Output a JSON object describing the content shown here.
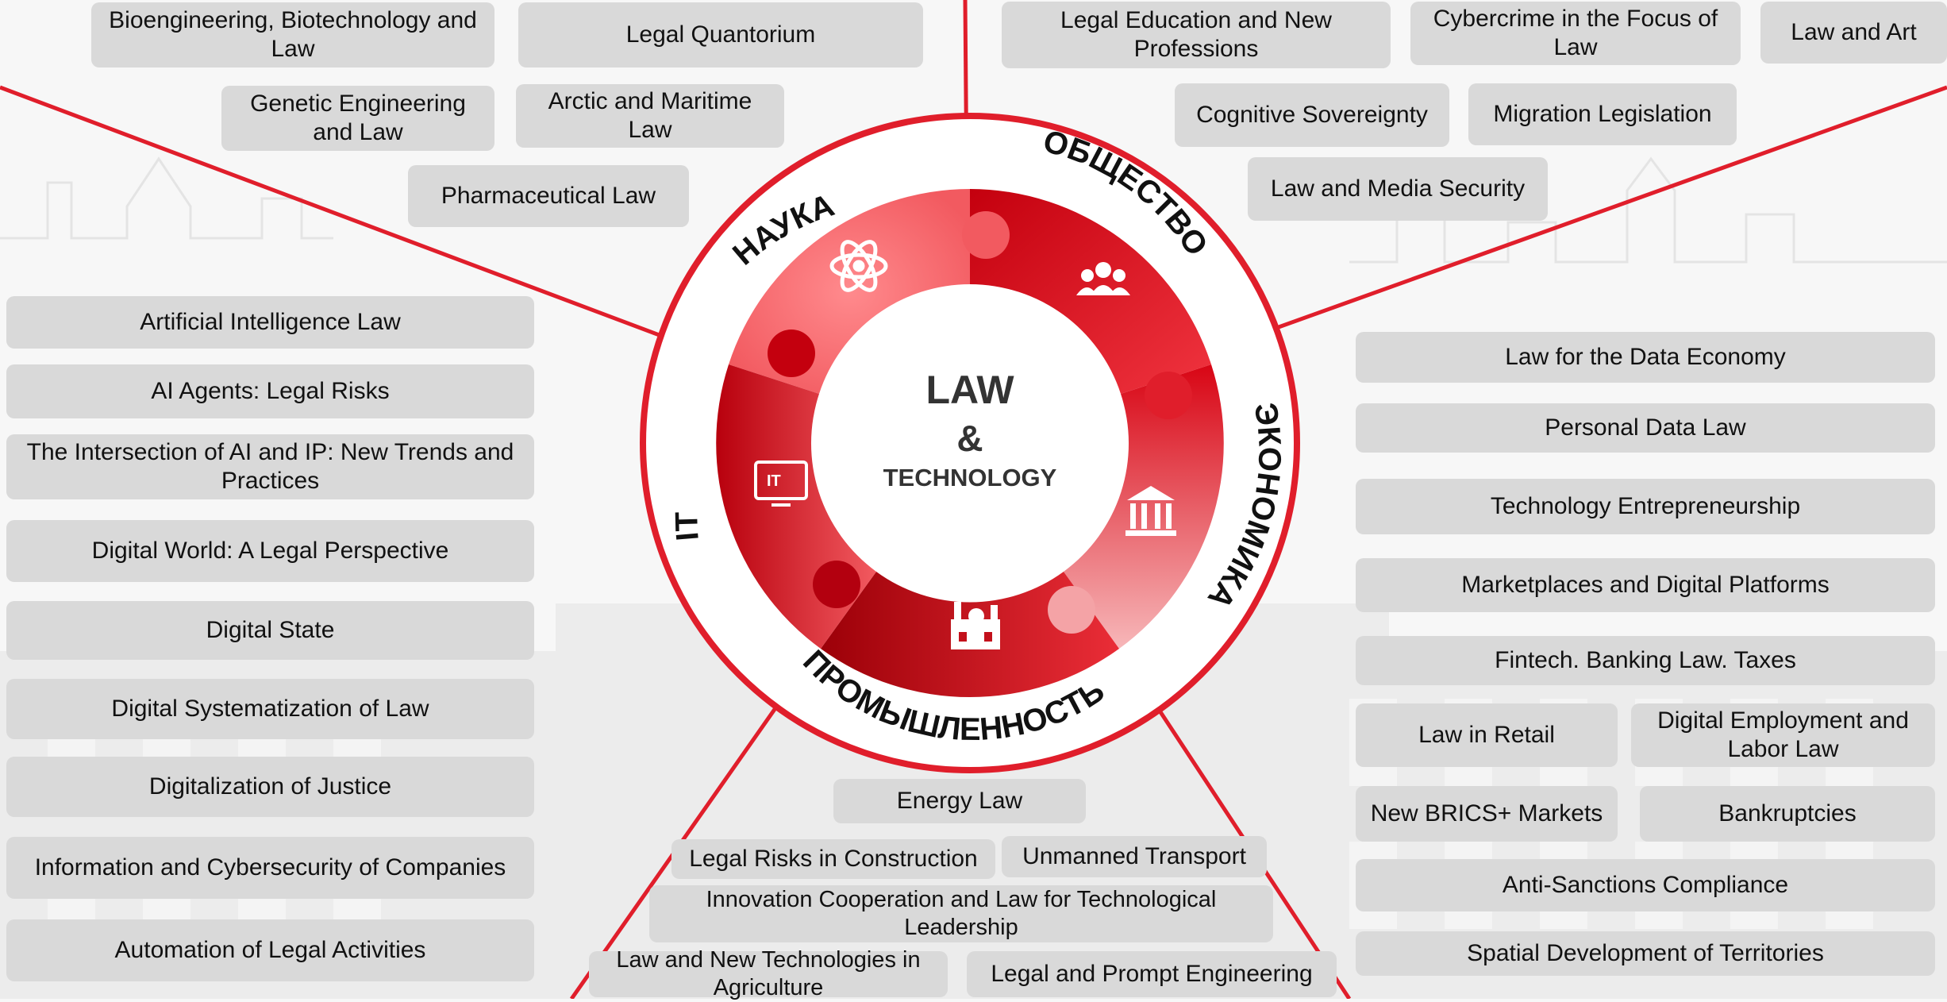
{
  "center": {
    "line1": "LAW",
    "line2": "&",
    "line3": "TECHNOLOGY"
  },
  "sectors": {
    "science": "НАУКА",
    "society": "ОБЩЕСТВО",
    "economy": "ЭКОНОМИКА",
    "industry": "ПРОМЫШЛЕННОСТЬ",
    "it": "IT"
  },
  "icons": {
    "science": "atom-icon",
    "society": "people-icon",
    "economy": "bank-icon",
    "industry": "factory-icon",
    "it": "it-monitor-icon"
  },
  "colors": {
    "accent": "#e01e2b",
    "dark_red": "#b3000f",
    "light_red": "#f36a6e",
    "tag_bg": "#d9d9d9"
  },
  "topics": {
    "science": [
      "Bioengineering, Biotechnology and Law",
      "Legal Quantorium",
      "Genetic Engineering and Law",
      "Arctic and Maritime Law",
      "Pharmaceutical Law"
    ],
    "society": [
      "Legal Education and New Professions",
      "Cybercrime in the Focus of Law",
      "Law and Art",
      "Cognitive Sovereignty",
      "Migration Legislation",
      "Law and Media Security"
    ],
    "it": [
      "Artificial Intelligence Law",
      "AI Agents: Legal Risks",
      "The Intersection of AI and IP: New Trends and Practices",
      "Digital World: A Legal Perspective",
      "Digital State",
      "Digital Systematization of Law",
      "Digitalization of Justice",
      "Information and Cybersecurity of Companies",
      "Automation of Legal Activities"
    ],
    "economy": [
      "Law for the Data Economy",
      "Personal Data Law",
      "Technology Entrepreneurship",
      "Marketplaces and Digital Platforms",
      "Fintech. Banking Law. Taxes",
      "Law in Retail",
      "Digital Employment and Labor Law",
      "New BRICS+ Markets",
      "Bankruptcies",
      "Anti-Sanctions Compliance",
      "Spatial Development of Territories"
    ],
    "industry": [
      "Energy Law",
      "Legal Risks in Construction",
      "Unmanned Transport",
      "Innovation Cooperation and Law for Technological Leadership",
      "Law and New Technologies in Agriculture",
      "Legal and Prompt Engineering"
    ]
  }
}
